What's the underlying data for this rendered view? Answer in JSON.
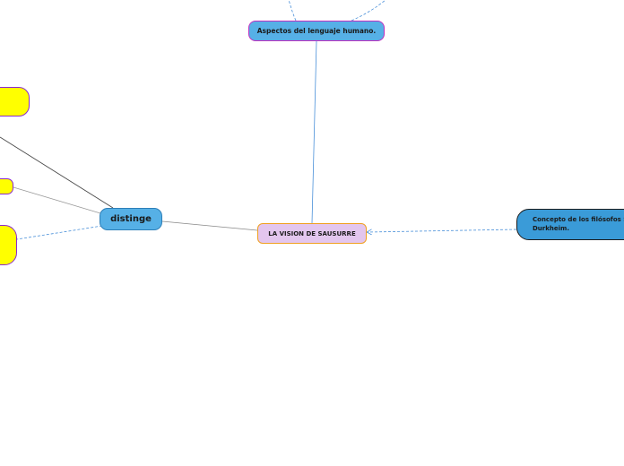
{
  "diagram": {
    "nodes": {
      "central": {
        "label": "LA VISION DE SAUSURRE",
        "fill": "#e3c6ee",
        "border": "#f0a020"
      },
      "aspectos": {
        "label": "Aspectos del lenguaje humano.",
        "fill": "#56b0e6",
        "border": "#c030c0"
      },
      "distinge": {
        "label": "distinge",
        "fill": "#56b0e6",
        "border": "#2d7fb8"
      },
      "concepto": {
        "label": "Concepto de los filósofos S\nDurkheim.",
        "fill": "#3a9bd8",
        "border": "#1d1d1d"
      },
      "yellow_nodes": {
        "fill": "#ffff00",
        "border": "#8a2ad0"
      }
    },
    "connections": [
      {
        "from": "central",
        "to": "aspectos",
        "style": "solid",
        "color": "#4a90d9"
      },
      {
        "from": "central",
        "to": "distinge",
        "style": "solid",
        "color": "#888888"
      },
      {
        "from": "concepto",
        "to": "central",
        "style": "dashed",
        "color": "#4a90d9",
        "arrow": true
      },
      {
        "from": "distinge",
        "to": "yellow-1",
        "style": "solid",
        "color": "#444444"
      },
      {
        "from": "distinge",
        "to": "yellow-2",
        "style": "solid",
        "color": "#999999"
      },
      {
        "from": "distinge",
        "to": "yellow-3",
        "style": "dashed",
        "color": "#4a90d9"
      },
      {
        "from": "aspectos",
        "to": "offscreen-top",
        "style": "dashed",
        "color": "#4a90d9"
      }
    ]
  }
}
